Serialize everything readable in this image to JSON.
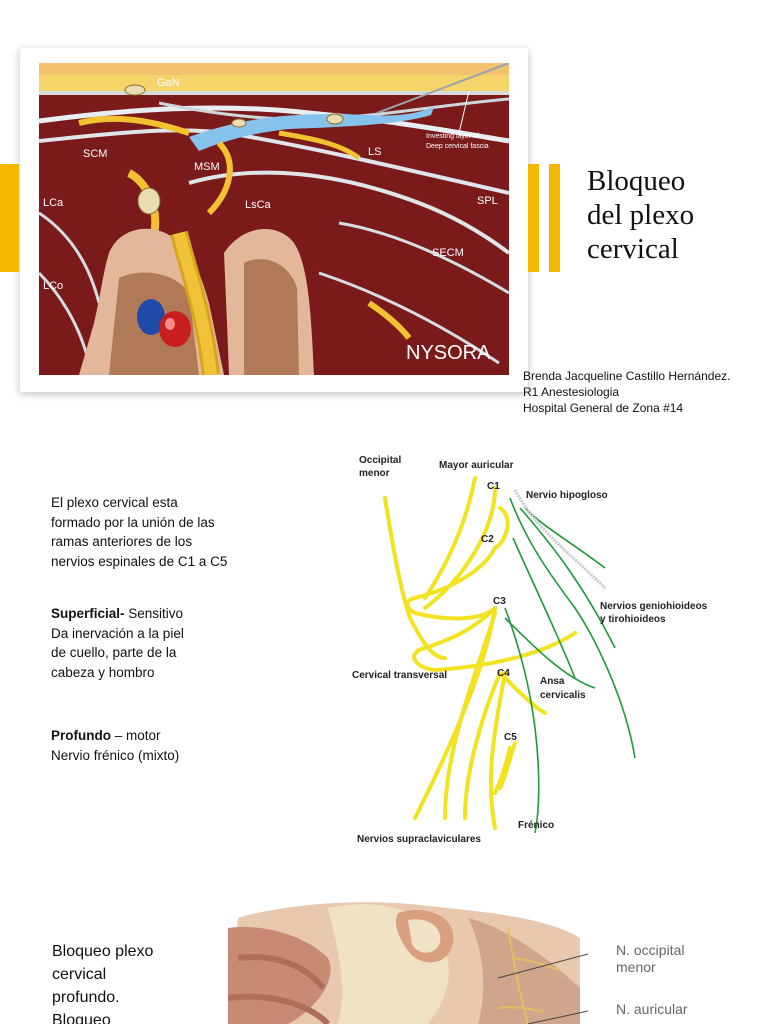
{
  "slide1": {
    "title_lines": [
      "Bloqueo",
      "del plexo",
      "cervical"
    ],
    "author_lines": [
      "Brenda Jacqueline Castillo Hernández.",
      "R1 Anestesiologia",
      "Hospital General de Zona #14"
    ],
    "figure": {
      "labels": {
        "gan": "GaN",
        "scm": "SCM",
        "msm": "MSM",
        "ls": "LS",
        "lca": "LCa",
        "lsca": "LsCa",
        "spl": "SPL",
        "secm": "SECM",
        "lco": "LCo",
        "fascia_line1": "Investing layer of",
        "fascia_line2": "Deep cervical fascia",
        "logo": "NYSORA"
      }
    },
    "colors": {
      "accent": "#f5b800",
      "muscle": "#7a1a1a",
      "fat": "#f2c230"
    }
  },
  "slide2": {
    "intro_lines": [
      "El plexo cervical esta",
      "formado por la unión de las",
      "ramas anteriores de los",
      "nervios espinales de C1  a C5"
    ],
    "superficial_term": "Superficial-",
    "superficial_rest": " Sensitivo",
    "superficial_lines": [
      "Da inervación a la piel",
      "de cuello, parte de la",
      "cabeza y hombro"
    ],
    "profundo_term": "Profundo",
    "profundo_rest": " – motor",
    "profundo_line": "Nervio frénico (mixto)",
    "diagram": {
      "occipital1": "Occipital",
      "occipital2": "menor",
      "mayor_auricular": "Mayor auricular",
      "c1": "C1",
      "c2": "C2",
      "c3": "C3",
      "c4": "C4",
      "c5": "C5",
      "hipogloso": "Nervio hipogloso",
      "genio1": "Nervios geniohioideos",
      "genio2": "y tirohioideos",
      "transversal": "Cervical transversal",
      "ansa1": "Ansa",
      "ansa2": "cervicalis",
      "frenico": "Frénico",
      "supraclav": "Nervios supraclaviculares"
    },
    "colors": {
      "sensory": "#f2e21f",
      "motor": "#1e9a3c"
    }
  },
  "slide3": {
    "text_lines": [
      "Bloqueo plexo",
      "cervical",
      "profundo.",
      "Bloqueo"
    ],
    "label_occipital1": "N. occipital",
    "label_occipital2": "menor",
    "label_auricular": "N. auricular"
  }
}
